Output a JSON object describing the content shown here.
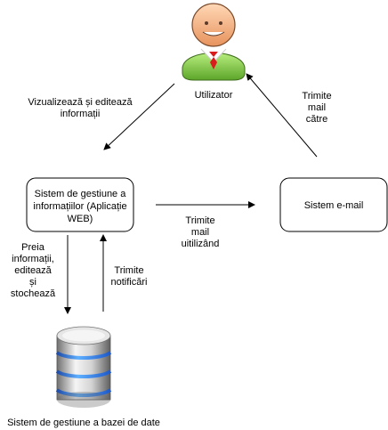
{
  "nodes": {
    "user": {
      "label": "Utilizator"
    },
    "web_app": {
      "label_lines": [
        "Sistem de gestiune a",
        "informațiilor (Aplicație",
        "WEB)"
      ]
    },
    "email_system": {
      "label": "Sistem e-mail"
    },
    "database": {
      "label": "Sistem de gestiune a bazei de date"
    }
  },
  "edges": {
    "view_edit": {
      "label_lines": [
        "Vizualizează și editează",
        "informații"
      ]
    },
    "send_mail_to": {
      "label_lines": [
        "Trimite",
        "mail",
        "către"
      ]
    },
    "send_mail_using": {
      "label_lines": [
        "Trimite",
        "mail",
        "uitilizând"
      ]
    },
    "fetch_edit_store": {
      "label_lines": [
        "Preia",
        "informații,",
        "editează",
        "și",
        "stochează"
      ]
    },
    "send_notifications": {
      "label_lines": [
        "Trimite",
        "notificări"
      ]
    }
  },
  "icons": {
    "user": "user-avatar-icon",
    "database": "database-icon"
  },
  "colors": {
    "stroke": "#000000",
    "user_shirt": "#8fd14f",
    "user_face": "#f3b38a",
    "db_top": "#d9d9d9",
    "db_band": "#2f7fe0"
  }
}
